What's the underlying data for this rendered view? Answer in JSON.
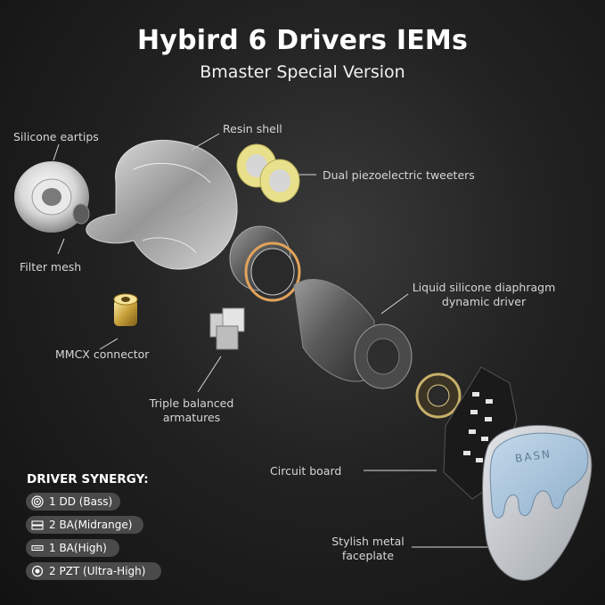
{
  "header": {
    "title": "Hybird 6 Drivers IEMs",
    "subtitle": "Bmaster Special Version"
  },
  "labels": {
    "silicone_eartips": "Silicone eartips",
    "resin_shell": "Resin shell",
    "dual_piezo": "Dual piezoelectric tweeters",
    "filter_mesh": "Filter mesh",
    "liquid_silicone_1": "Liquid silicone diaphragm",
    "liquid_silicone_2": "dynamic driver",
    "mmcx": "MMCX connector",
    "triple_ba_1": "Triple balanced",
    "triple_ba_2": "armatures",
    "circuit_board": "Circuit board",
    "faceplate_1": "Stylish metal",
    "faceplate_2": "faceplate",
    "faceplate_logo": "BASN"
  },
  "synergy": {
    "title": "DRIVER SYNERGY:",
    "items": [
      {
        "icon": "dynamic-driver-icon",
        "label": "1 DD (Bass)"
      },
      {
        "icon": "balanced-armature-double-icon",
        "label": "2 BA(Midrange)"
      },
      {
        "icon": "balanced-armature-single-icon",
        "label": "1 BA(High)"
      },
      {
        "icon": "piezo-icon",
        "label": "2 PZT (Ultra-High)"
      }
    ]
  },
  "colors": {
    "background": "#1c1c1c",
    "text": "#ffffff",
    "label": "#d6d6d6",
    "pill": "#4a4a4a",
    "faceplate_blue": "#a8c3db",
    "faceplate_metal": "#c9cdd2",
    "piezo_yellow": "#e8e08a"
  }
}
